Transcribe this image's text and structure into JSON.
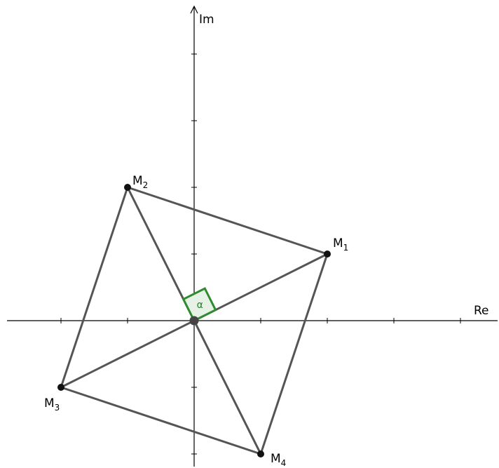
{
  "axes": {
    "x_label": "Re",
    "y_label": "Im",
    "x_ticks": [
      -2,
      -1,
      1,
      2,
      3,
      4
    ],
    "y_ticks": [
      -2,
      -1,
      1,
      2,
      3,
      4
    ],
    "x_range": [
      -2.9,
      4.6
    ],
    "y_range": [
      -2.2,
      4.8
    ]
  },
  "points": [
    {
      "id": "M1",
      "letter": "M",
      "sub": "1",
      "x": 2,
      "y": 1
    },
    {
      "id": "M2",
      "letter": "M",
      "sub": "2",
      "x": -1,
      "y": 2
    },
    {
      "id": "M3",
      "letter": "M",
      "sub": "3",
      "x": -2,
      "y": -1
    },
    {
      "id": "M4",
      "letter": "M",
      "sub": "4",
      "x": 1,
      "y": -2
    }
  ],
  "origin": {
    "x": 0,
    "y": 0
  },
  "square_edges": [
    [
      "M1",
      "M2"
    ],
    [
      "M2",
      "M3"
    ],
    [
      "M3",
      "M4"
    ],
    [
      "M4",
      "M1"
    ]
  ],
  "diagonals": [
    [
      "M1",
      "M3"
    ],
    [
      "M2",
      "M4"
    ]
  ],
  "angle": {
    "label": "α",
    "between": [
      "M1",
      "M2"
    ],
    "type": "right"
  },
  "colors": {
    "edges": "#555555",
    "points": "#111111",
    "angle_stroke": "#2e8b2e",
    "angle_fill": "#e6f2e6"
  }
}
